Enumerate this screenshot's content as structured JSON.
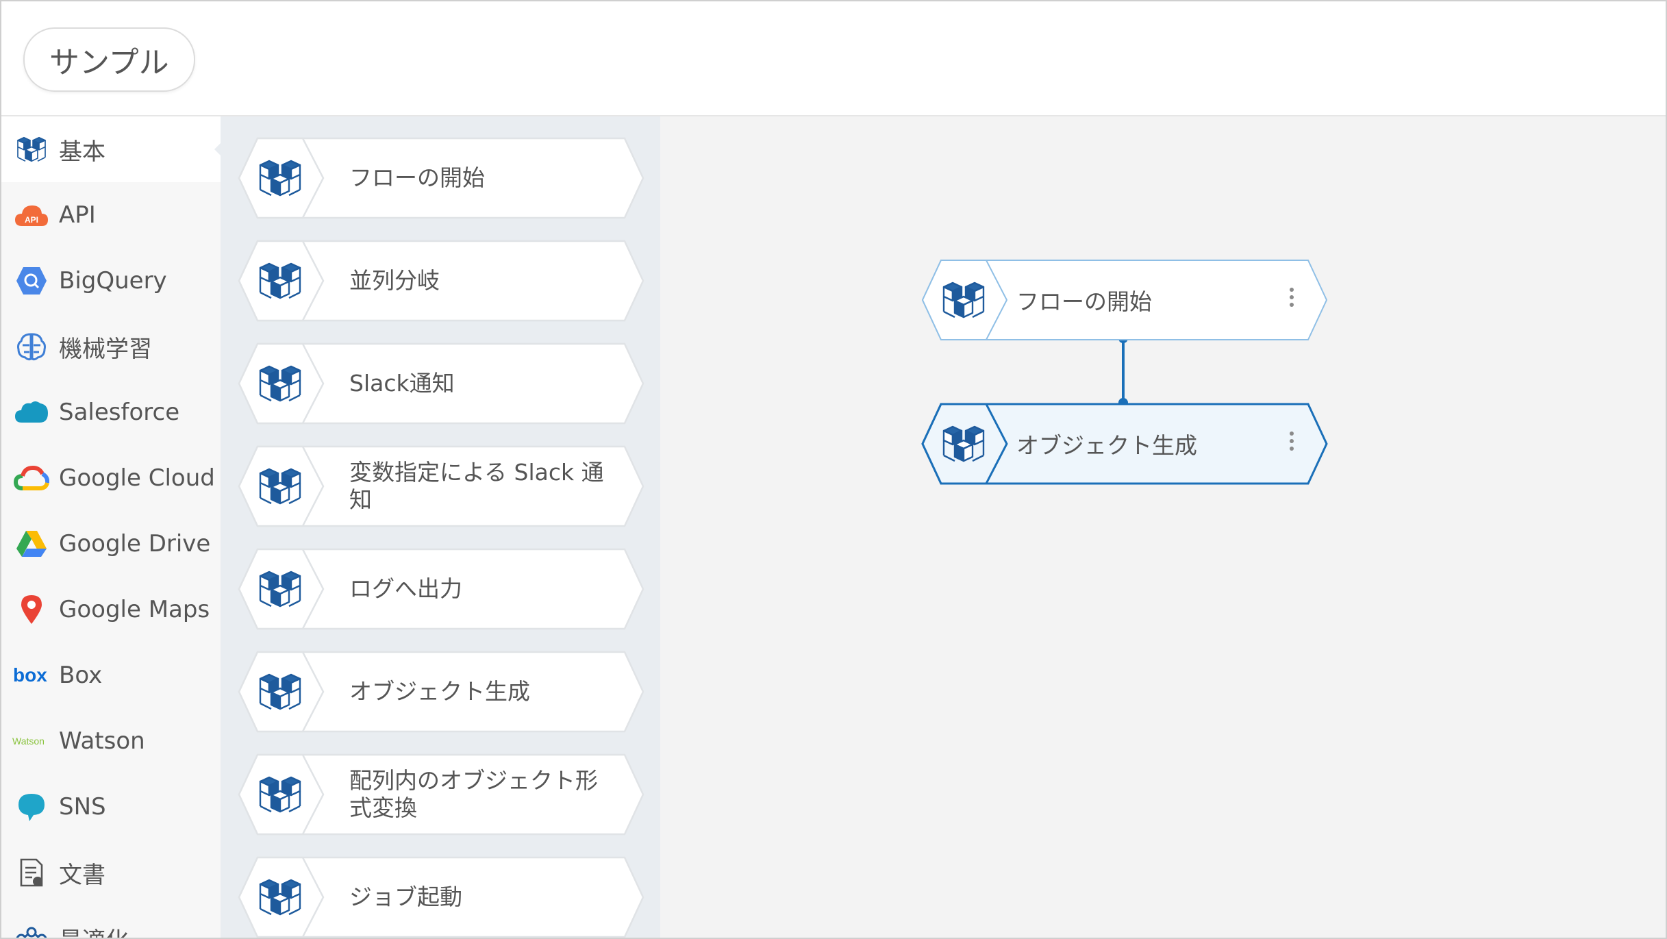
{
  "header": {
    "title": "サンプル"
  },
  "categories": [
    {
      "label": "基本",
      "icon": "cube-icon",
      "active": true
    },
    {
      "label": "API",
      "icon": "api-cloud-icon"
    },
    {
      "label": "BigQuery",
      "icon": "bigquery-icon"
    },
    {
      "label": "機械学習",
      "icon": "brain-icon"
    },
    {
      "label": "Salesforce",
      "icon": "salesforce-cloud-icon"
    },
    {
      "label": "Google Cloud",
      "icon": "google-cloud-icon"
    },
    {
      "label": "Google Drive",
      "icon": "google-drive-icon"
    },
    {
      "label": "Google Maps",
      "icon": "map-pin-icon"
    },
    {
      "label": "Box",
      "icon": "box-logo-icon"
    },
    {
      "label": "Watson",
      "icon": "watson-logo-icon"
    },
    {
      "label": "SNS",
      "icon": "chat-bubble-icon"
    },
    {
      "label": "文書",
      "icon": "document-icon"
    },
    {
      "label": "最適化",
      "icon": "optimization-icon"
    }
  ],
  "palette": {
    "blocks": [
      {
        "label": "フローの開始",
        "icon": "cube-icon"
      },
      {
        "label": "並列分岐",
        "icon": "cube-icon"
      },
      {
        "label": "Slack通知",
        "icon": "cube-icon"
      },
      {
        "label": "変数指定による Slack 通知",
        "icon": "cube-icon"
      },
      {
        "label": "ログへ出力",
        "icon": "cube-icon"
      },
      {
        "label": "オブジェクト生成",
        "icon": "cube-icon"
      },
      {
        "label": "配列内のオブジェクト形式変換",
        "icon": "cube-icon"
      },
      {
        "label": "ジョブ起動",
        "icon": "cube-icon"
      }
    ]
  },
  "canvas": {
    "nodes": [
      {
        "label": "フローの開始",
        "icon": "cube-icon",
        "selected": false
      },
      {
        "label": "オブジェクト生成",
        "icon": "cube-icon",
        "selected": true
      }
    ]
  },
  "colors": {
    "accent": "#1a6fb8",
    "cube_dark": "#1e5a9c",
    "node_border": "#8fbfe6",
    "selected_border": "#1a6fb8",
    "palette_bg": "#e9edf1",
    "canvas_bg": "#f3f3f3"
  }
}
